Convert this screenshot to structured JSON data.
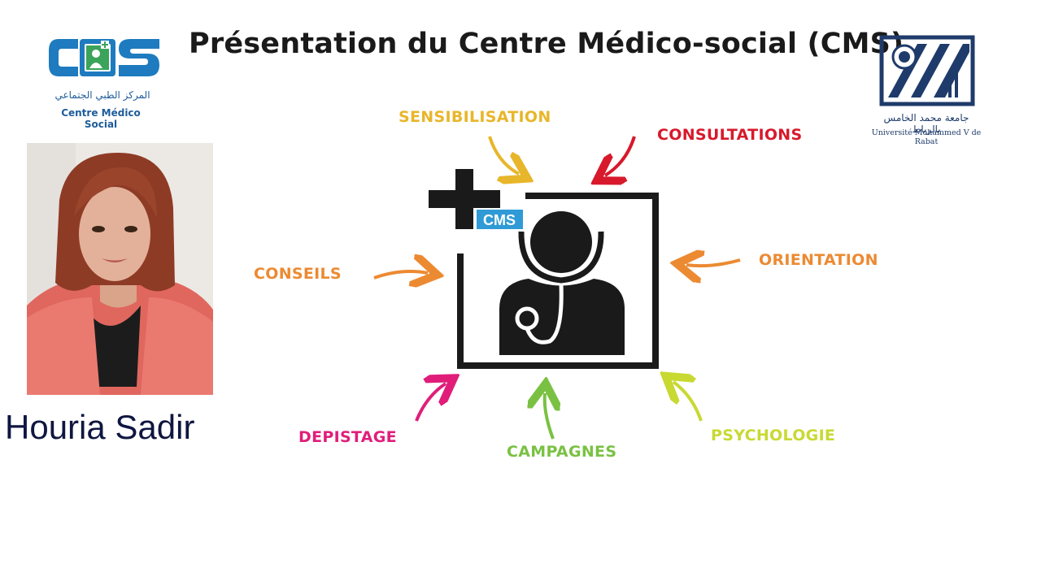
{
  "slide": {
    "title": "Présentation du Centre Médico-social (CMS)",
    "speaker_name": "Houria Sadir"
  },
  "cms_logo": {
    "mark": "CMS",
    "arabic": "المركز الطبي الجتماعي",
    "french": "Centre Médico Social"
  },
  "university_logo": {
    "arabic": "جامعة محمد الخامس بالرباط",
    "french": "Université Mohammed V de Rabat"
  },
  "diagram": {
    "center_badge": "CMS",
    "services": [
      {
        "id": "sensibilisation",
        "label": "SENSIBILISATION",
        "color": "#e8b62a"
      },
      {
        "id": "consultations",
        "label": "CONSULTATIONS",
        "color": "#d8192b"
      },
      {
        "id": "conseils",
        "label": "CONSEILS",
        "color": "#ec8a32"
      },
      {
        "id": "orientation",
        "label": "ORIENTATION",
        "color": "#ec8a32"
      },
      {
        "id": "depistage",
        "label": "DEPISTAGE",
        "color": "#e01e7a"
      },
      {
        "id": "campagnes",
        "label": "CAMPAGNES",
        "color": "#7ac143"
      },
      {
        "id": "psychologie",
        "label": "PSYCHOLOGIE",
        "color": "#c8d932"
      }
    ]
  },
  "colors": {
    "title_text": "#1a1a1a",
    "speaker_text": "#0f1640",
    "cms_blue": "#1e7bbf",
    "badge_blue": "#2f9ad6",
    "icon_black": "#1a1a1a"
  }
}
